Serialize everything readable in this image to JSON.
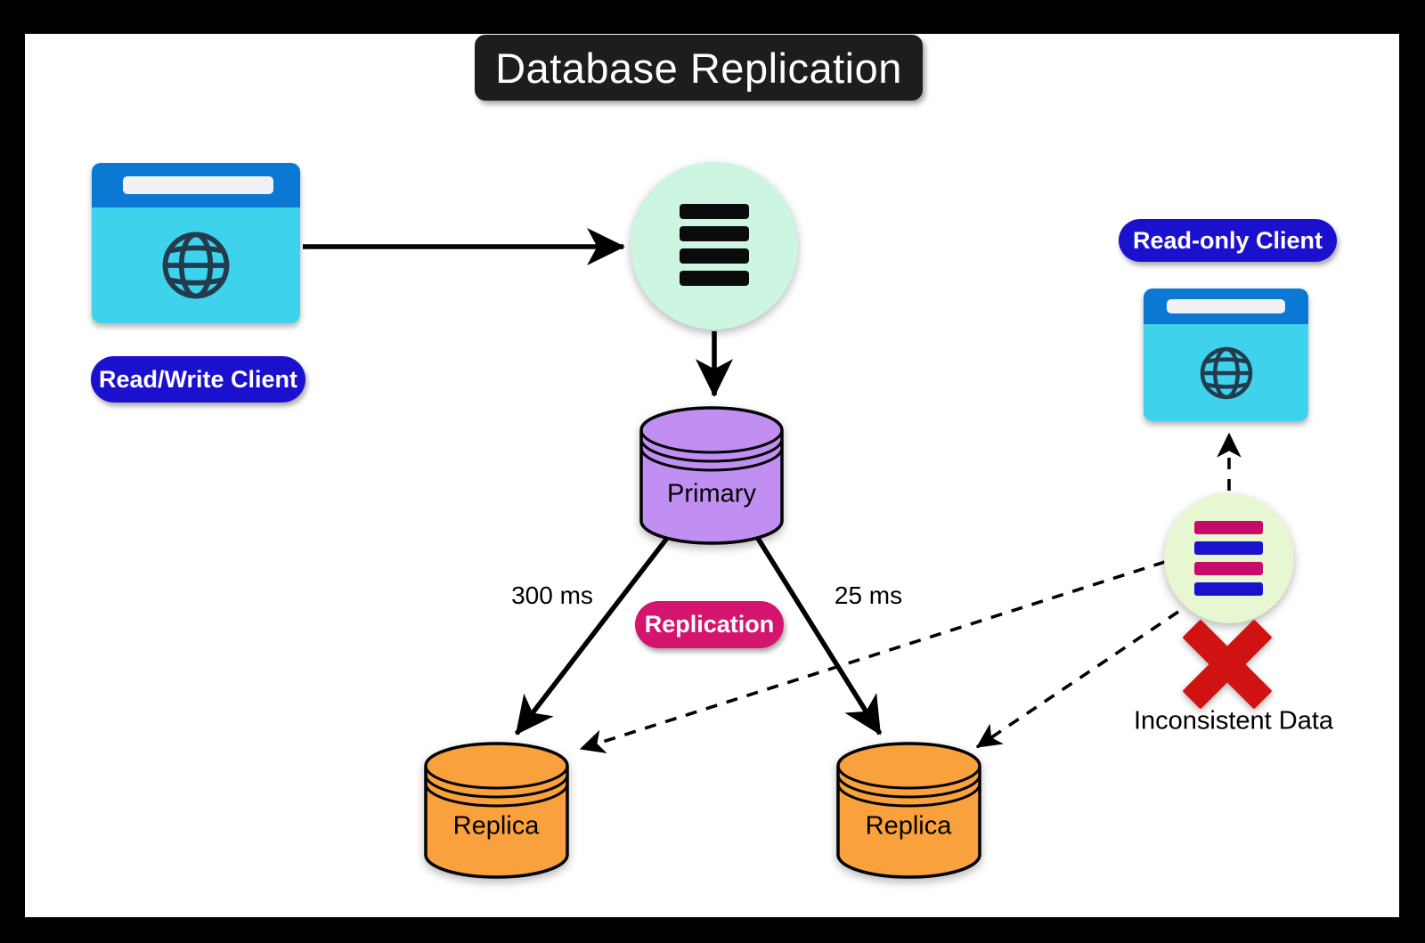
{
  "title": "Database Replication",
  "nodes": {
    "read_write_client": {
      "label": "Read/Write Client"
    },
    "read_only_client": {
      "label": "Read-only Client"
    },
    "primary_db": {
      "label": "Primary"
    },
    "replica_left": {
      "label": "Replica"
    },
    "replica_right": {
      "label": "Replica"
    },
    "replication_badge": {
      "label": "Replication"
    },
    "inconsistent_data": {
      "label": "Inconsistent Data"
    }
  },
  "edges": {
    "primary_to_replica_left_latency": "300 ms",
    "primary_to_replica_right_latency": "25 ms"
  },
  "icons": {
    "read_write_client": "browser-globe-icon",
    "read_only_client": "browser-globe-icon",
    "write_log": "log-stack-icon",
    "inconsistent_read": "mixed-log-stack-icon",
    "error": "red-x-icon",
    "databases": "cylinder-database-icon"
  },
  "colors": {
    "title_bg": "#1d1d1d",
    "accent_blue_pill": "#1b10ce",
    "browser_header": "#0b79d4",
    "browser_body": "#3fd2ec",
    "globe_stroke": "#223c4e",
    "queue_circle": "#ccf6e1",
    "inconsistent_circle": "#e7f7d1",
    "primary_db": "#c18ef1",
    "replica_db": "#f9a13c",
    "replication_pill": "#d5156d",
    "bar_pink": "#c60b6c",
    "bar_blue": "#1b12cc",
    "error_red": "#d01212"
  }
}
